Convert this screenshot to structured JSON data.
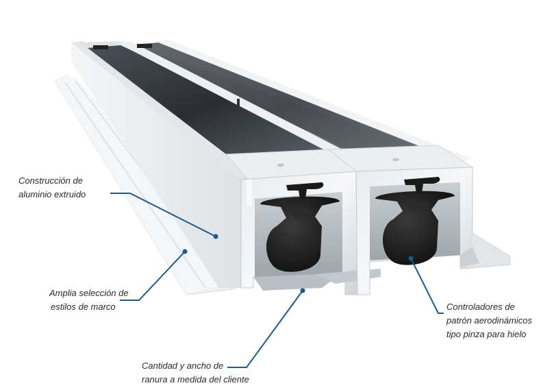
{
  "diagram": {
    "subject": "Aluminum expansion-joint rail with twin black rubber grip inserts",
    "accent_color": "#1b5a8a",
    "text_color": "#2a2a2a",
    "callouts": [
      {
        "id": "extruded-aluminum",
        "lines": [
          "Construcción de",
          "aluminio extruido"
        ]
      },
      {
        "id": "frame-styles",
        "lines": [
          "Amplia selección de",
          "estilos de marco"
        ]
      },
      {
        "id": "slot-size",
        "lines": [
          "Cantidad y ancho de",
          "ranura a medida del cliente"
        ]
      },
      {
        "id": "aero-controllers",
        "lines": [
          "Controladores de",
          "patrón aerodinámicos",
          "tipo pinza para hielo"
        ]
      }
    ]
  }
}
